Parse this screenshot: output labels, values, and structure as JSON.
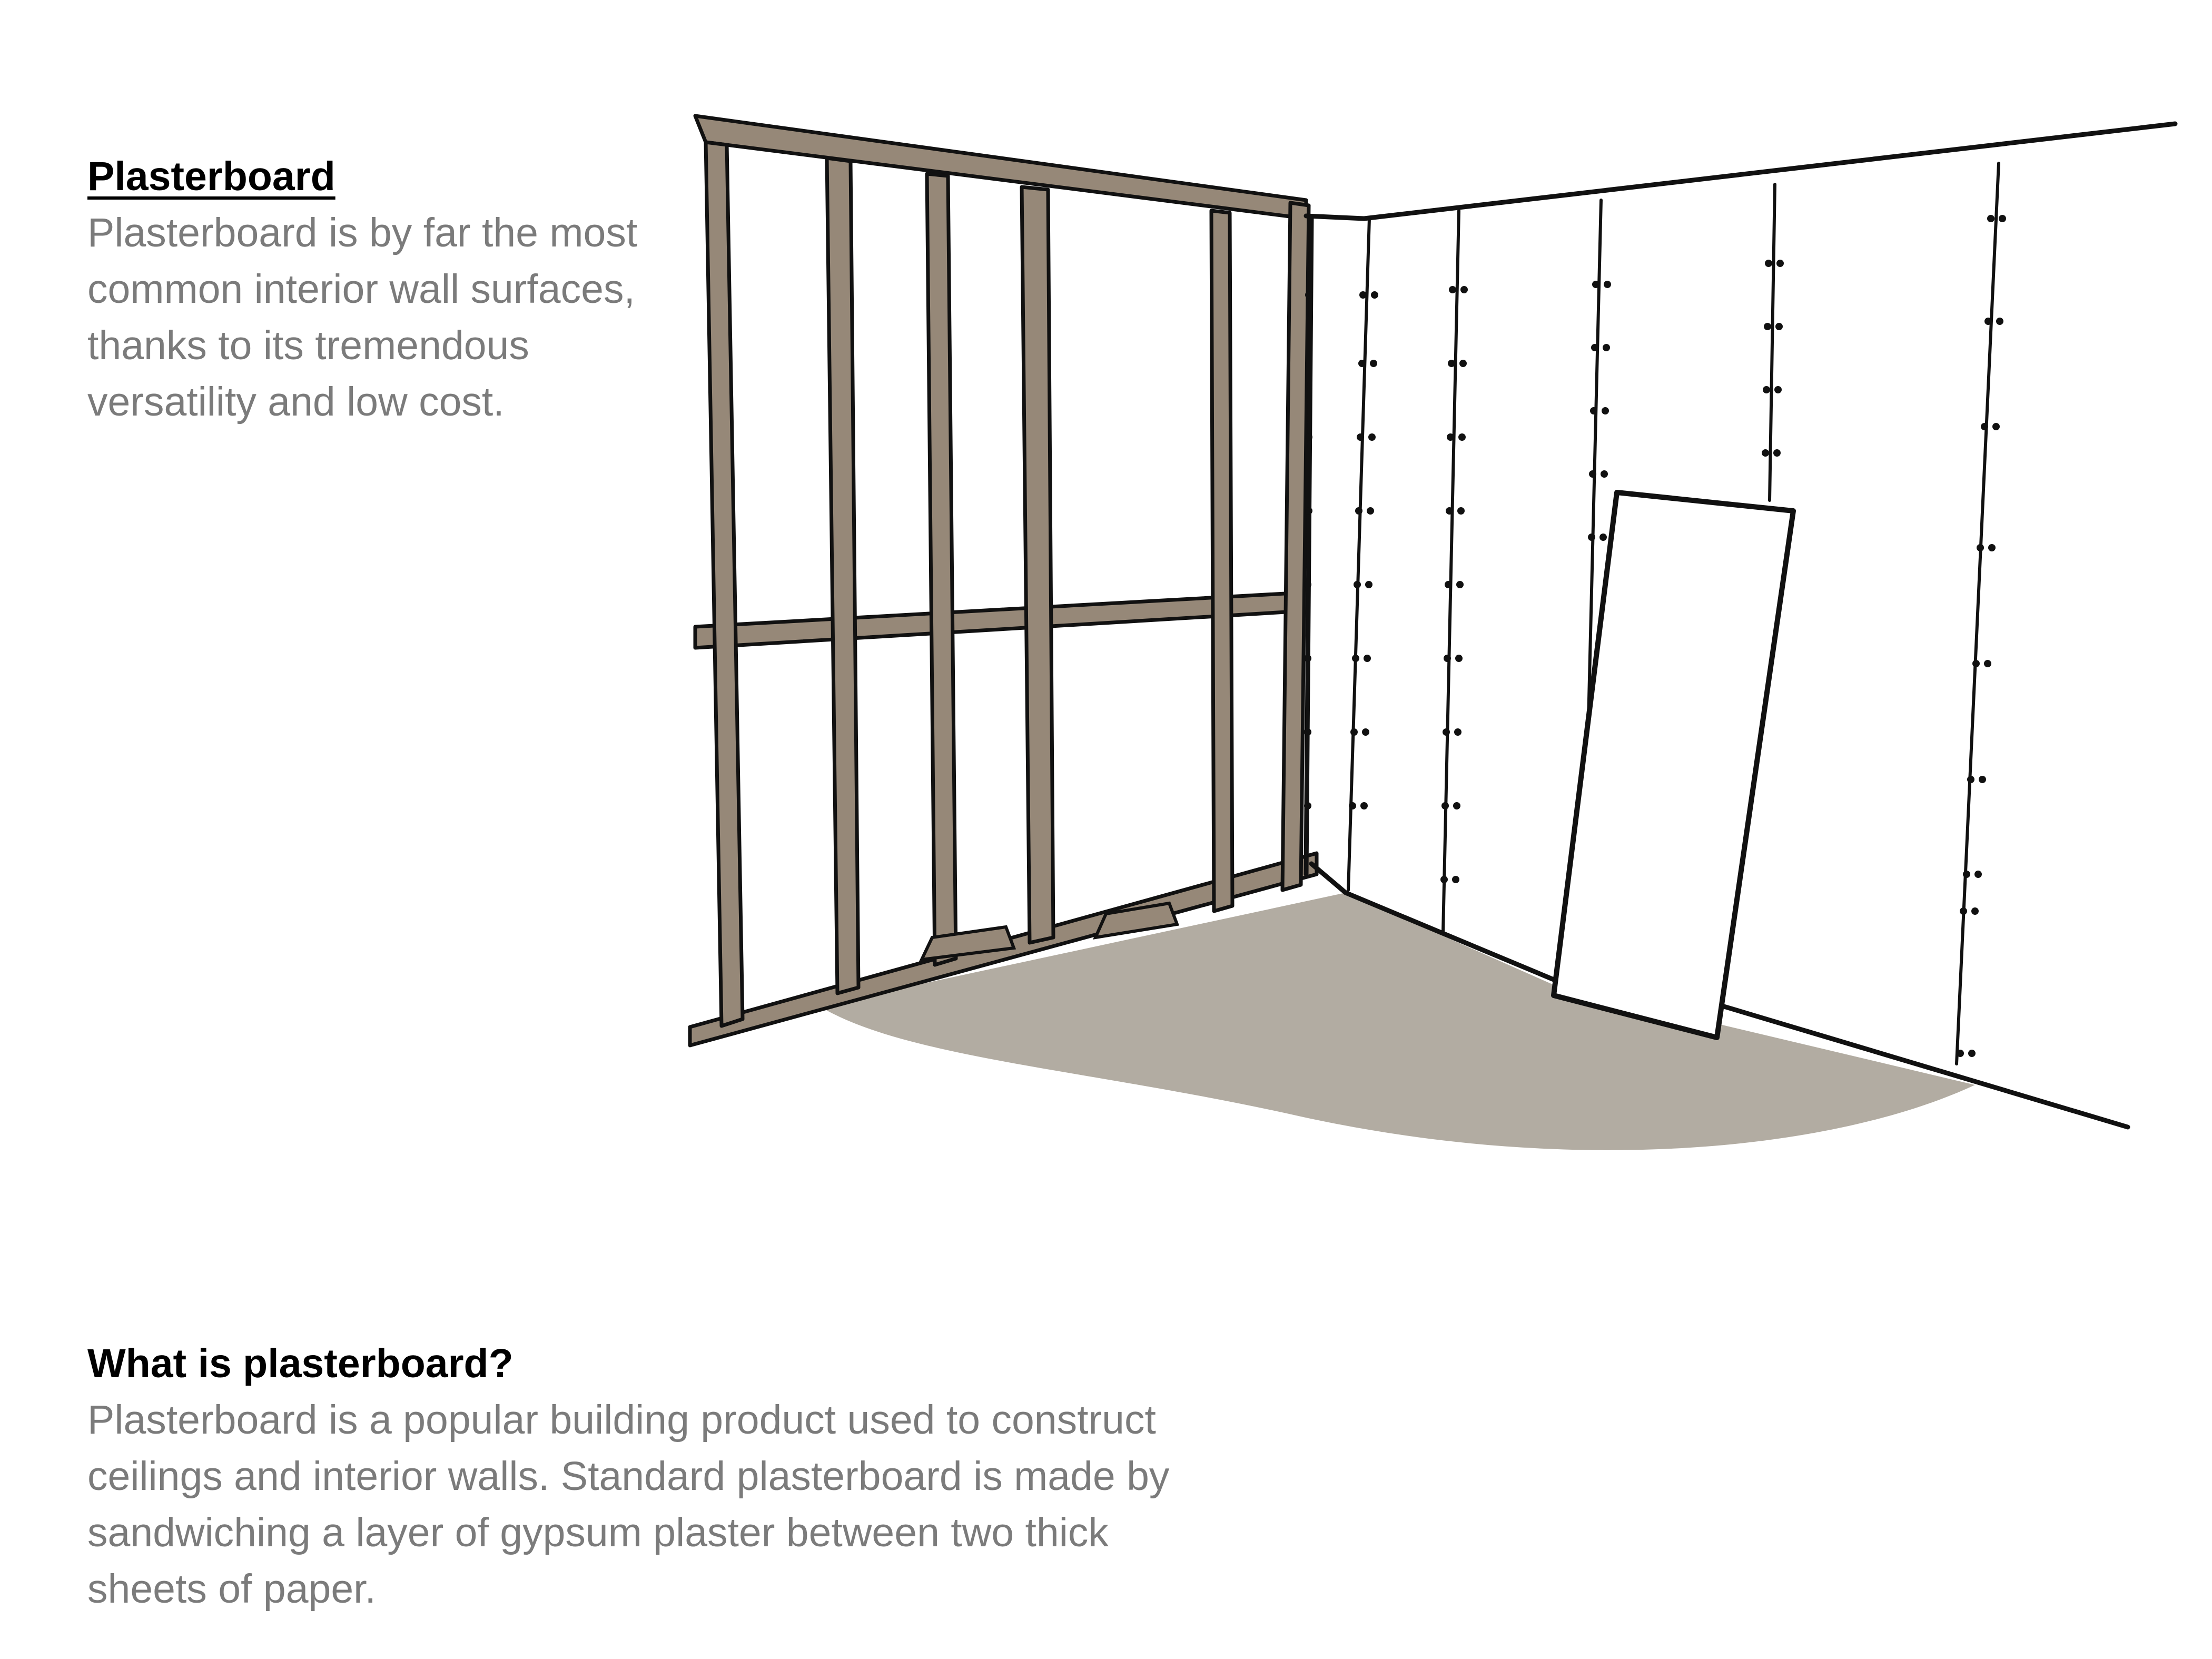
{
  "sections": {
    "intro": {
      "heading": "Plasterboard",
      "body": "Plasterboard is by far the most common interior wall surfaces, thanks to its tremendous versatility and low cost."
    },
    "definition": {
      "heading": "What is plasterboard?",
      "body": "Plasterboard is a popular building product used to construct ceilings and interior walls. Standard plasterboard is made by sandwiching a layer of gypsum plaster between two thick sheets of paper."
    }
  },
  "colors": {
    "heading": "#000000",
    "body_text": "#7b7b7b",
    "framing": "#968878",
    "floor_shadow": "#b2aca2",
    "outline": "#111111"
  }
}
